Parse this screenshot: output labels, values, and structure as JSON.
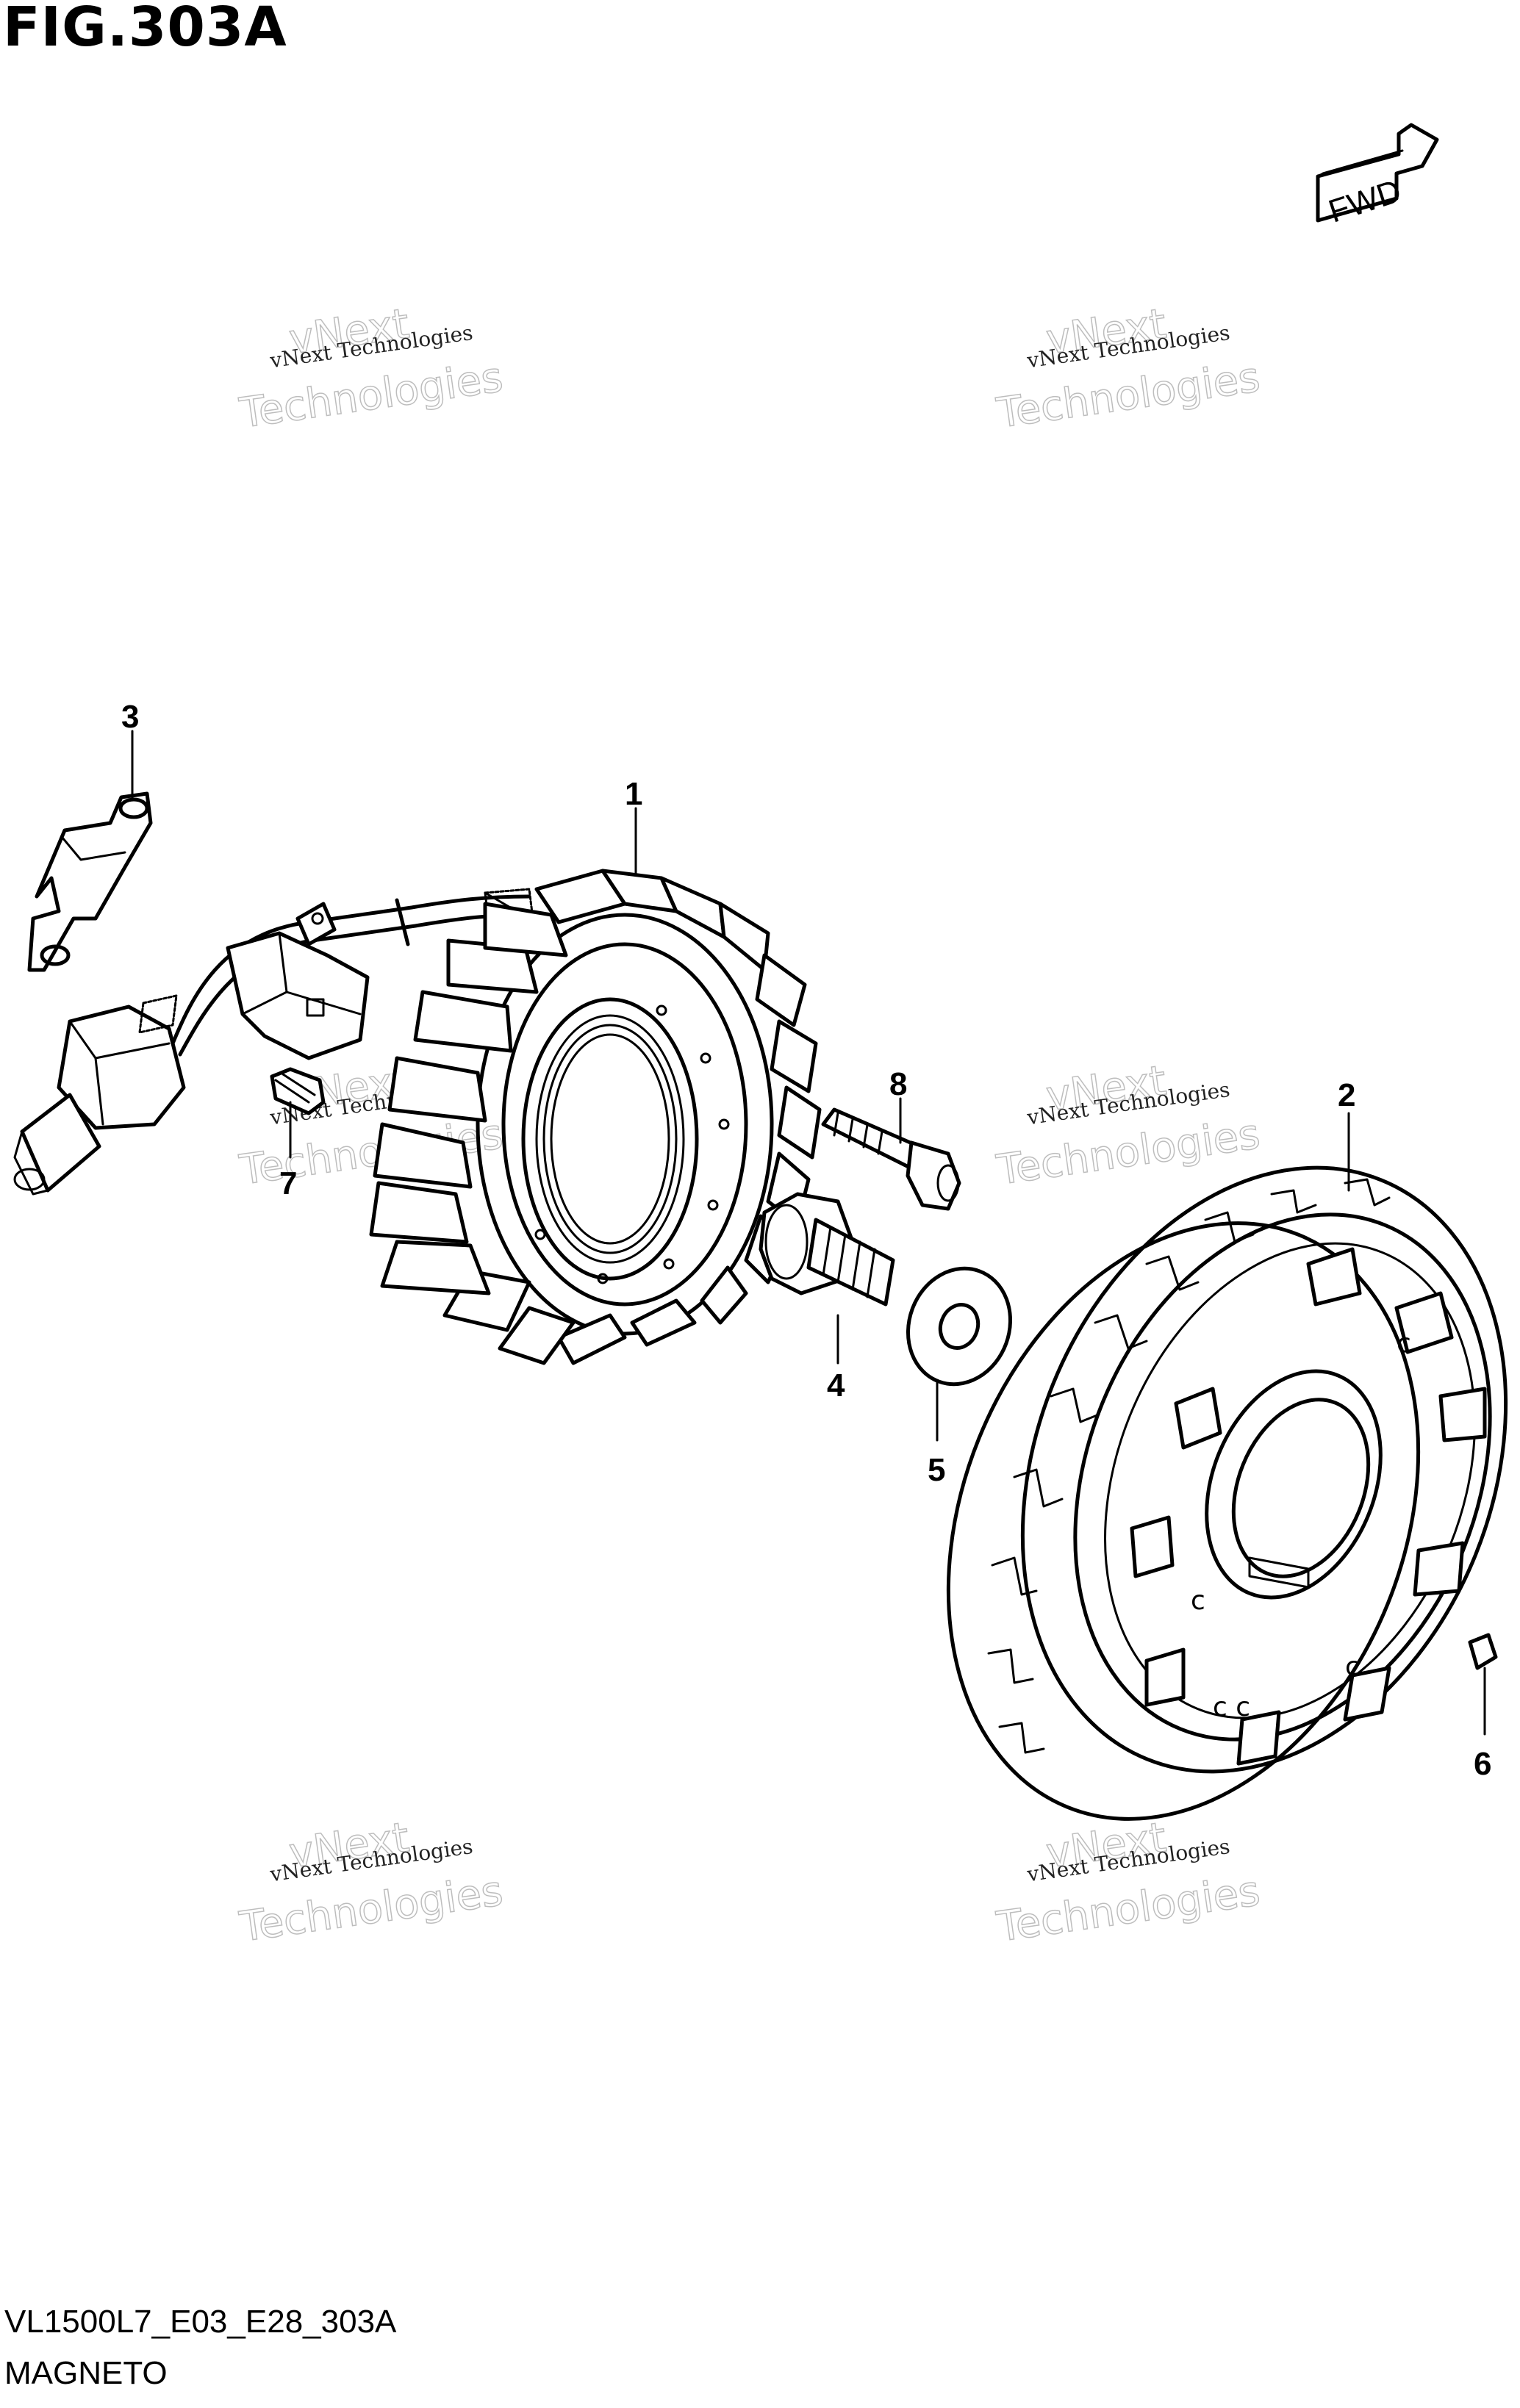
{
  "figure": {
    "title": "FIG.303A",
    "code": "VL1500L7_E03_E28_303A",
    "caption": "MAGNETO"
  },
  "fwd_label": "FWD",
  "callouts": [
    "1",
    "2",
    "3",
    "4",
    "5",
    "6",
    "7",
    "8"
  ],
  "watermark": {
    "line1": "vNext Technologies",
    "line2": "vNext",
    "line3": "Technologies"
  }
}
